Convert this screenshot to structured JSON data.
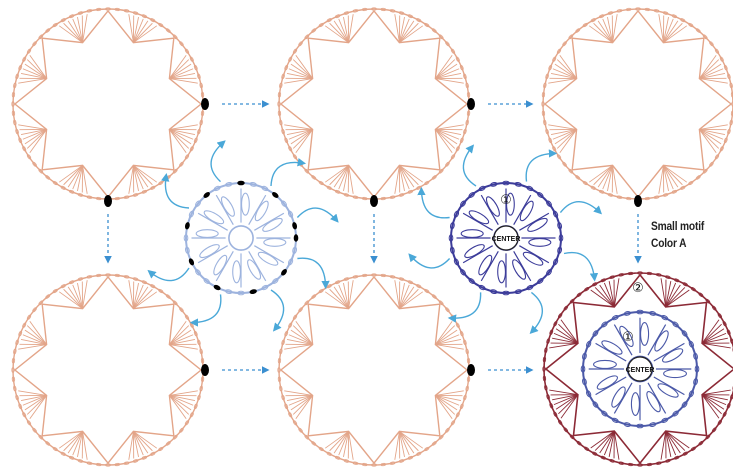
{
  "diagram": {
    "center_label": "CENTER",
    "round_marks": {
      "round_1": "①",
      "round_2": "②"
    },
    "side_label": {
      "line1": "Small motif",
      "line2": "Color A"
    },
    "colors": {
      "large_motif": "#E3A589",
      "small_motif_light": "#9DB3DE",
      "small_motif_dark": "#3C3C9A",
      "joined_motif_outer": "#8C2A36",
      "joined_motif_inner": "#4B59A8",
      "join_arrow": "#4AA8D8",
      "order_arrow": "#3B8FD0",
      "join_marker": "#000000"
    },
    "icons": [
      "curved-arrow-icon",
      "dashed-arrow-icon",
      "join-dot-icon"
    ]
  }
}
